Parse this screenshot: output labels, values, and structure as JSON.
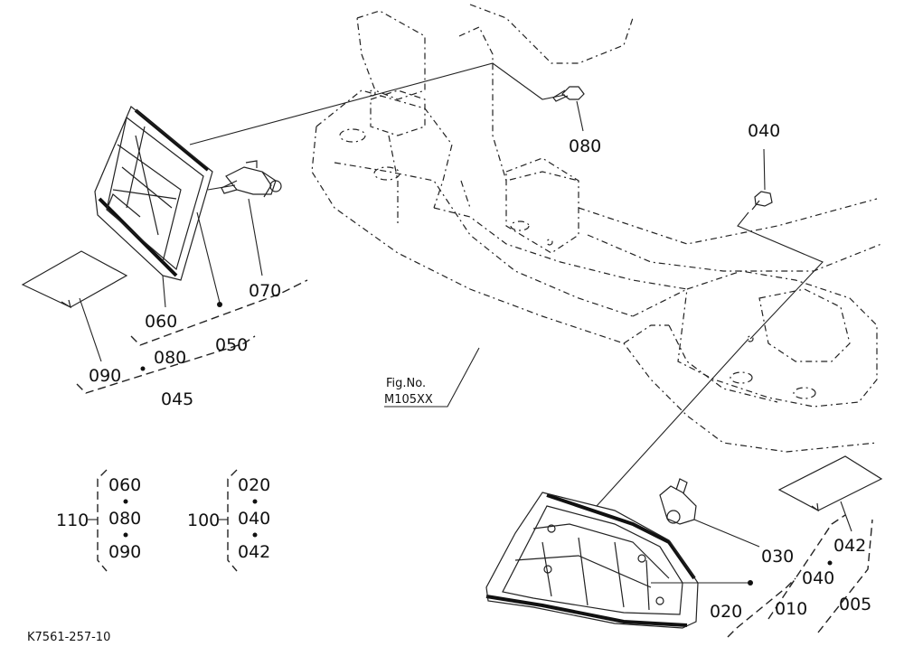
{
  "callouts": {
    "c080_top": "080",
    "c040_top": "040",
    "c070": "070",
    "c060": "060",
    "c050": "050",
    "c090": "090",
    "c080_mid": "080",
    "c045": "045",
    "c030": "030",
    "c042": "042",
    "c040_bot": "040",
    "c010": "010",
    "c005": "005",
    "c020": "020"
  },
  "fig_ref": {
    "line1": "Fig.No.",
    "line2": "M105XX"
  },
  "groups": {
    "g110": {
      "label": "110",
      "items": [
        "060",
        "080",
        "090"
      ]
    },
    "g100": {
      "label": "100",
      "items": [
        "020",
        "040",
        "042"
      ]
    }
  },
  "footer": {
    "code": "K7561-257-10"
  }
}
